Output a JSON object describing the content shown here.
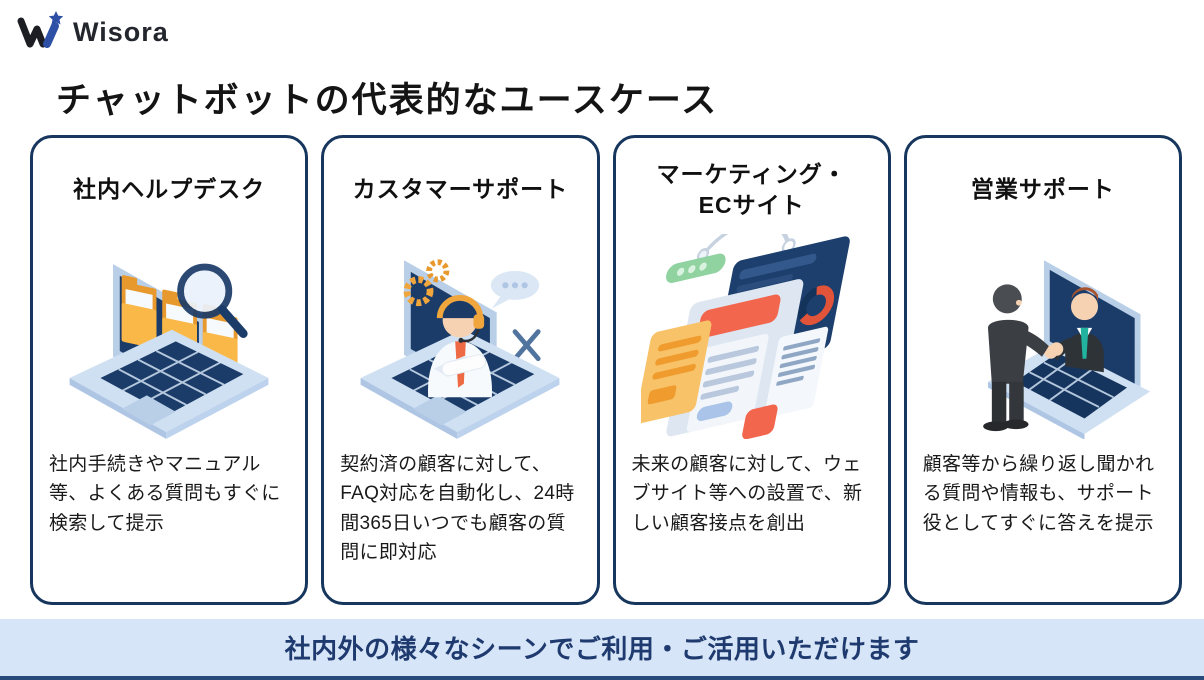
{
  "brand": {
    "name": "Wisora",
    "logo_icon": "wisora-w-star-logo",
    "logo_blue": "#2d4fa5"
  },
  "page": {
    "title": "チャットボットの代表的なユースケース"
  },
  "cards": [
    {
      "title": "社内ヘルプデスク",
      "illustration": "laptop-folders-magnifier",
      "description": "社内手続きやマニュアル等、よくある質問もすぐに検索して提示"
    },
    {
      "title": "カスタマーサポート",
      "illustration": "support-agent-headset-laptop",
      "description": "契約済の顧客に対して、FAQ対応を自動化し、24時間365日いつでも顧客の質問に即対応"
    },
    {
      "title": "マーケティング・\nECサイト",
      "illustration": "web-pages-analytics",
      "description": "未来の顧客に対して、ウェブサイト等への設置で、新しい顧客接点を創出"
    },
    {
      "title": "営業サポート",
      "illustration": "handshake-through-laptop",
      "description": "顧客等から繰り返し聞かれる質問や情報も、サポート役としてすぐに答えを提示"
    }
  ],
  "footer": {
    "message": "社内外の様々なシーンでご利用・ご活用いただけます"
  },
  "colors": {
    "card_border": "#17365d",
    "banner_bg": "#d7e5f8",
    "banner_text": "#1e3a6e",
    "bottom_bar": "#27497c",
    "accent_navy": "#1b3c69",
    "laptop_body": "#cfe0f2",
    "folder_yellow": "#f6a93b",
    "accent_orange_red": "#f2664d",
    "accent_green": "#90d3a1",
    "tie_teal": "#21b3a0"
  }
}
